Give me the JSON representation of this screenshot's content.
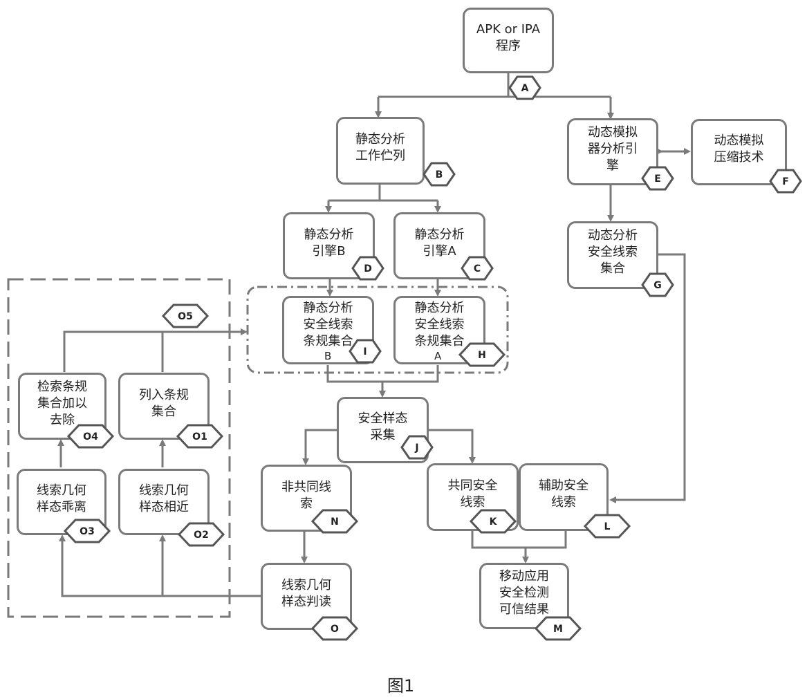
{
  "caption": "图1",
  "nodes": {
    "A": {
      "text": "APK or IPA\n程序",
      "badge": "A"
    },
    "B": {
      "text": "静态分析\n工作伫列",
      "badge": "B"
    },
    "C": {
      "text": "静态分析\n引擎A",
      "badge": "C"
    },
    "D": {
      "text": "静态分析\n引擎B",
      "badge": "D"
    },
    "E": {
      "text": "动态模拟\n器分析引\n擎",
      "badge": "E"
    },
    "F": {
      "text": "动态模拟\n压缩技术",
      "badge": "F"
    },
    "G": {
      "text": "动态分析\n安全线索\n集合",
      "badge": "G"
    },
    "H": {
      "text": "静态分析\n安全线索\n条规集合",
      "sub": "A",
      "badge": "H"
    },
    "I": {
      "text": "静态分析\n安全线索\n条规集合",
      "sub": "B",
      "badge": "I"
    },
    "J": {
      "text": "安全样态\n采集",
      "badge": "J"
    },
    "K": {
      "text": "共同安全\n线索",
      "badge": "K"
    },
    "L": {
      "text": "辅助安全\n线索",
      "badge": "L"
    },
    "M": {
      "text": "移动应用\n安全检测\n可信结果",
      "badge": "M"
    },
    "N": {
      "text": "非共同线\n索",
      "badge": "N"
    },
    "O": {
      "text": "线索几何\n样态判读",
      "badge": "O"
    },
    "O1": {
      "text": "列入条规\n集合",
      "badge": "O1"
    },
    "O2": {
      "text": "线索几何\n样态相近",
      "badge": "O2"
    },
    "O3": {
      "text": "线索几何\n样态乖离",
      "badge": "O3"
    },
    "O4": {
      "text": "检索条规\n集合加以\n去除",
      "badge": "O4"
    },
    "O5": {
      "badge": "O5"
    }
  }
}
